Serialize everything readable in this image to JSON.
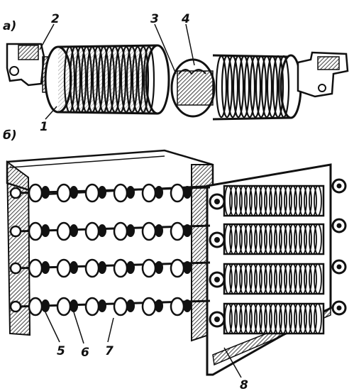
{
  "panels": [
    {
      "letter": "а)",
      "parts": [
        "1",
        "2",
        "3",
        "4"
      ]
    },
    {
      "letter": "б)",
      "parts": [
        "5",
        "6",
        "7",
        "8"
      ]
    }
  ],
  "colors": {
    "ink": "#111111",
    "paper": "#ffffff"
  }
}
